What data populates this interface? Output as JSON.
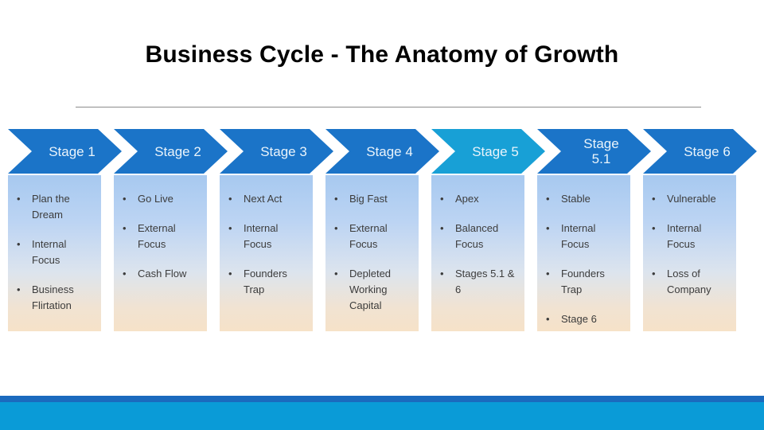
{
  "title": "Business Cycle - The Anatomy of Growth",
  "colors": {
    "arrow_blue": "#1b74c8",
    "arrow_cyan": "#18a0d6",
    "underline_gray": "#8c8c8c",
    "box_gradient_top": "#a7c9f0",
    "box_gradient_bottom": "#f6e2c8",
    "footer_strip": "#1b6abe",
    "footer_bar": "#0a9bd7",
    "bullet_text": "#3c3c3c"
  },
  "stages": [
    {
      "label": "Stage 1",
      "color": "#1b74c8",
      "bullets": [
        "Plan the Dream",
        "Internal Focus",
        "Business Flirtation"
      ]
    },
    {
      "label": "Stage 2",
      "color": "#1b74c8",
      "bullets": [
        "Go Live",
        "External Focus",
        "Cash Flow"
      ]
    },
    {
      "label": "Stage 3",
      "color": "#1b74c8",
      "bullets": [
        "Next Act",
        "Internal Focus",
        "Founders Trap"
      ]
    },
    {
      "label": "Stage 4",
      "color": "#1b74c8",
      "bullets": [
        "Big Fast",
        "External Focus",
        "Depleted Working Capital"
      ]
    },
    {
      "label": "Stage 5",
      "color": "#18a0d6",
      "bullets": [
        "Apex",
        "Balanced Focus",
        "Stages 5.1 & 6"
      ]
    },
    {
      "label": "Stage 5.1",
      "color": "#1b74c8",
      "bullets": [
        "Stable",
        "Internal Focus",
        "Founders Trap",
        "Stage 6"
      ]
    },
    {
      "label": "Stage 6",
      "color": "#1b74c8",
      "bullets": [
        "Vulnerable",
        "Internal Focus",
        "Loss of Company"
      ]
    }
  ]
}
